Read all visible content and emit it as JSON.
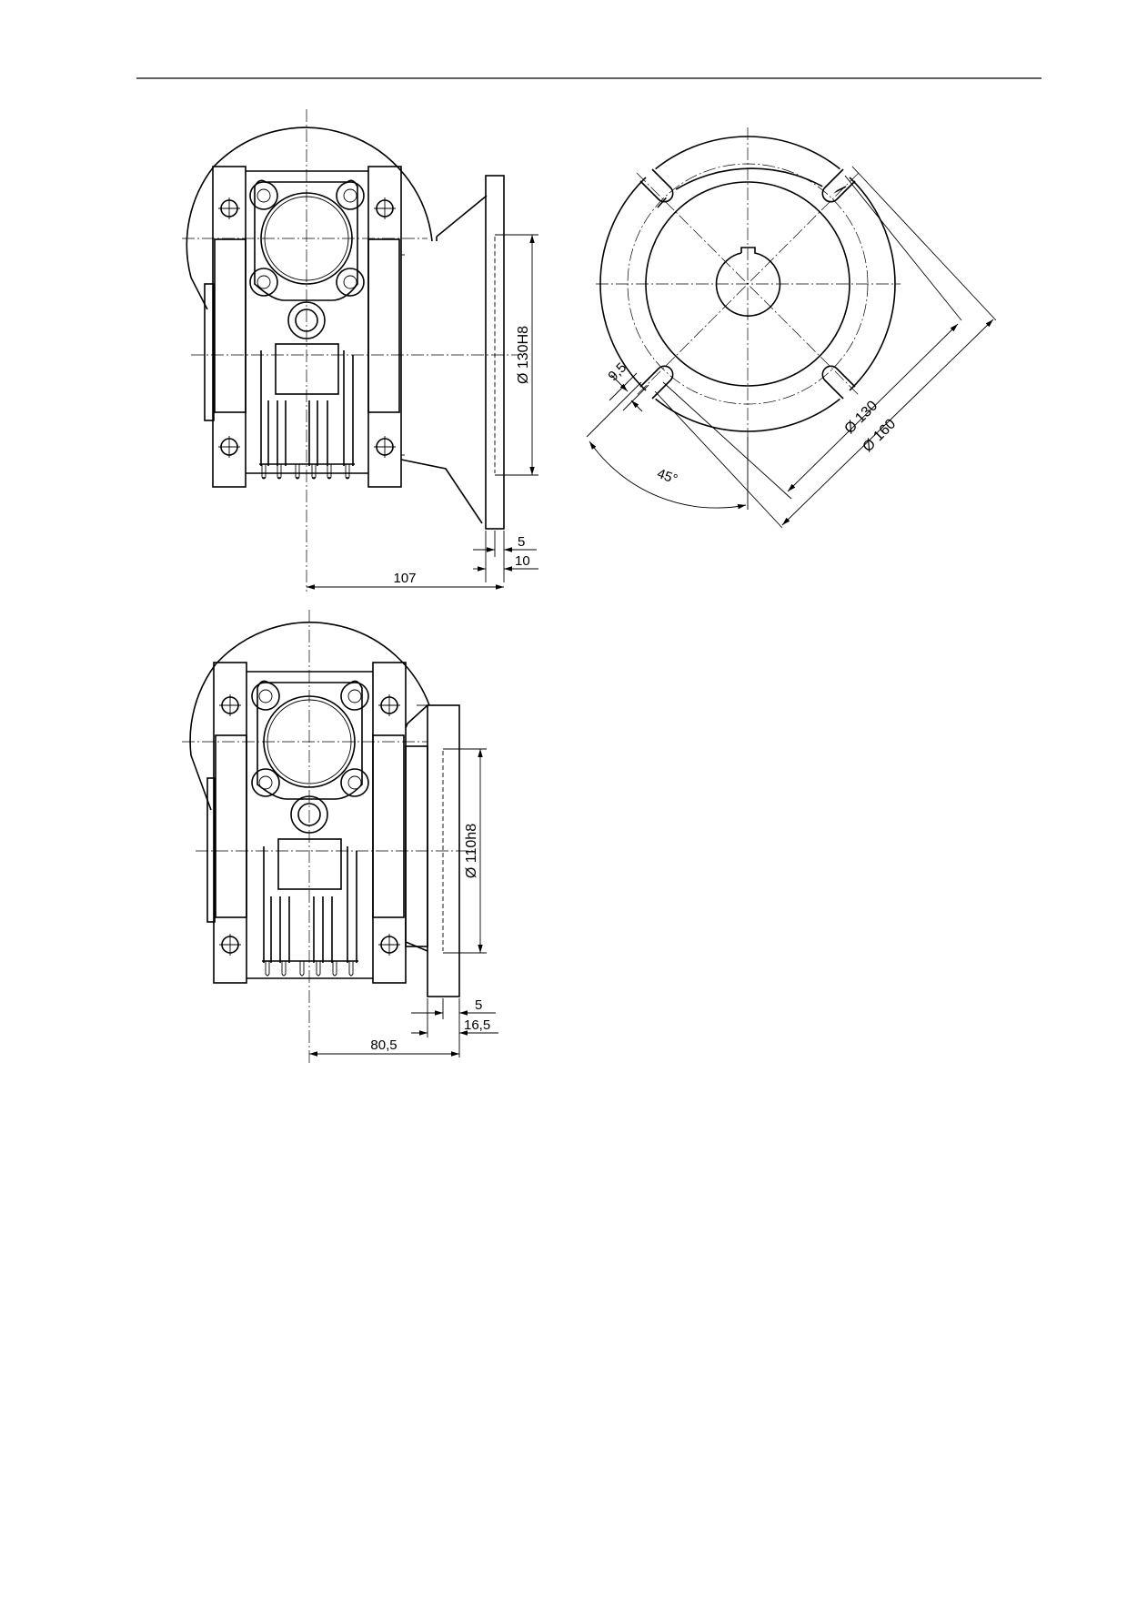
{
  "drawing": {
    "views": [
      {
        "name": "flanged-gearbox-side-view-large",
        "dimensions": {
          "bore": "Ø 130H8",
          "flange_step": "5",
          "flange_thickness": "10",
          "overall_length": "107"
        }
      },
      {
        "name": "flange-end-view",
        "dimensions": {
          "slot_width": "9,5",
          "pitch_diameter": "Ø 130",
          "outer_diameter": "Ø 160",
          "slot_angle": "45°"
        }
      },
      {
        "name": "flanged-gearbox-side-view-small",
        "dimensions": {
          "bore": "Ø 110h8",
          "flange_step": "5",
          "flange_thickness": "16,5",
          "overall_length": "80,5"
        }
      }
    ]
  }
}
